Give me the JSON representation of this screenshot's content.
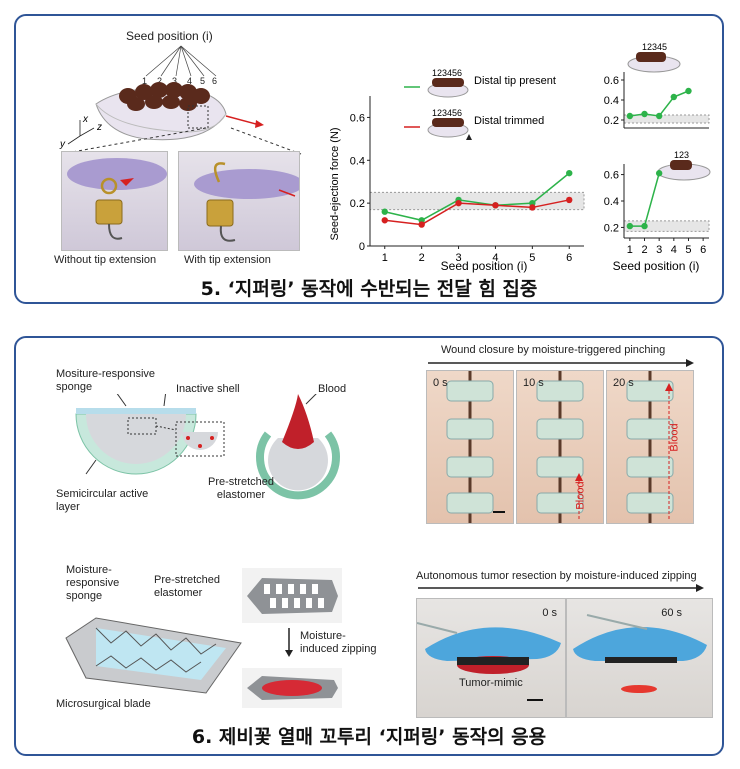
{
  "top_panel": {
    "seed_position_label": "Seed position (i)",
    "seed_numbers": [
      "1",
      "2",
      "3",
      "4",
      "5",
      "6"
    ],
    "axis_x": "x",
    "axis_y": "y",
    "axis_z": "z",
    "photo_left_caption": "Without tip extension",
    "photo_right_caption": "With tip extension",
    "caption": "5. ‘지퍼링’ 동작에 수반되는 전달 힘 집중"
  },
  "chart_data": [
    {
      "type": "line",
      "xlabel": "Seed position (i)",
      "ylabel": "Seed-ejection force (N)",
      "x": [
        1,
        2,
        3,
        4,
        5,
        6
      ],
      "xlim": [
        0.6,
        6.4
      ],
      "ylim": [
        0,
        0.7
      ],
      "yticks": [
        0,
        0.2,
        0.4,
        0.6
      ],
      "band": [
        0.17,
        0.25
      ],
      "legend_position": "top-right",
      "series": [
        {
          "name": "Distal tip present",
          "color": "#2db34a",
          "values": [
            0.16,
            0.12,
            0.215,
            0.19,
            0.2,
            0.34
          ]
        },
        {
          "name": "Distal trimmed",
          "color": "#d62020",
          "values": [
            0.12,
            0.1,
            0.2,
            0.19,
            0.18,
            0.215
          ]
        }
      ],
      "legend_glyphs": [
        "123456",
        "123456"
      ]
    },
    {
      "type": "line",
      "x": [
        1,
        2,
        3,
        4,
        5
      ],
      "xlim": [
        0.6,
        6.4
      ],
      "ylim": [
        0.12,
        0.68
      ],
      "yticks": [
        0.2,
        0.4,
        0.6
      ],
      "band": [
        0.17,
        0.25
      ],
      "inset_label": "12345",
      "series": [
        {
          "color": "#2db34a",
          "values": [
            0.24,
            0.26,
            0.24,
            0.43,
            0.49
          ]
        }
      ]
    },
    {
      "type": "line",
      "x": [
        1,
        2,
        3
      ],
      "xlim": [
        0.6,
        6.4
      ],
      "ylim": [
        0.12,
        0.68
      ],
      "yticks": [
        0.2,
        0.4,
        0.6
      ],
      "xticks": [
        "1",
        "2",
        "3",
        "4",
        "5",
        "6"
      ],
      "xlabel": "Seed position (i)",
      "band": [
        0.17,
        0.25
      ],
      "inset_label": "123",
      "series": [
        {
          "color": "#2db34a",
          "values": [
            0.21,
            0.21,
            0.61
          ]
        }
      ]
    }
  ],
  "bottom_panel": {
    "label_sponge": "Mositure-responsive sponge",
    "label_shell": "Inactive shell",
    "label_blood": "Blood",
    "label_active": "Semicircular active layer",
    "label_elastomer": "Pre-stretched elastomer",
    "wound_title": "Wound closure by moisture-triggered pinching",
    "wound_times": [
      "0 s",
      "10 s",
      "20 s"
    ],
    "wound_blood": "Blood",
    "label_sponge2": "Moisture- responsive sponge",
    "label_elastomer2": "Pre-stretched elastomer",
    "label_blade": "Microsurgical blade",
    "label_zipping": "Moisture- induced zipping",
    "tumor_title": "Autonomous tumor resection by moisture-induced zipping",
    "tumor_times": [
      "0 s",
      "60 s"
    ],
    "tumor_mimic": "Tumor-mimic",
    "caption": "6. 제비꽃 열매 꼬투리 ‘지퍼링’ 동작의 응용"
  },
  "colors": {
    "frame": "#2f5597",
    "green": "#2db34a",
    "red": "#d62020",
    "teal": "#6fc1a8",
    "seed": "#5a2a1c"
  }
}
